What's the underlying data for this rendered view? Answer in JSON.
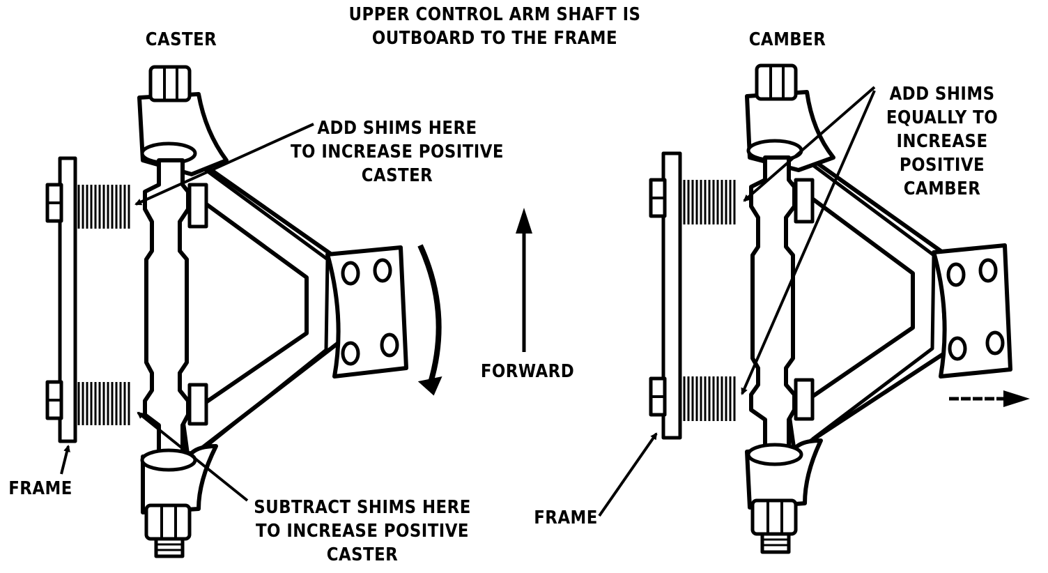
{
  "title": {
    "lines": [
      "UPPER CONTROL ARM SHAFT IS",
      "OUTBOARD TO THE FRAME"
    ]
  },
  "caster": {
    "heading": "CASTER",
    "add_shims": [
      "ADD SHIMS HERE",
      "TO INCREASE POSITIVE",
      "CASTER"
    ],
    "subtract_shims": [
      "SUBTRACT SHIMS HERE",
      "TO INCREASE POSITIVE",
      "CASTER"
    ],
    "frame": "FRAME"
  },
  "center": {
    "forward": "FORWARD"
  },
  "camber": {
    "heading": "CAMBER",
    "add_shims": [
      "ADD SHIMS",
      "EQUALLY TO",
      "INCREASE",
      "POSITIVE",
      "CAMBER"
    ],
    "frame": "FRAME"
  },
  "colors": {
    "ink": "#000000",
    "paper": "#ffffff"
  }
}
